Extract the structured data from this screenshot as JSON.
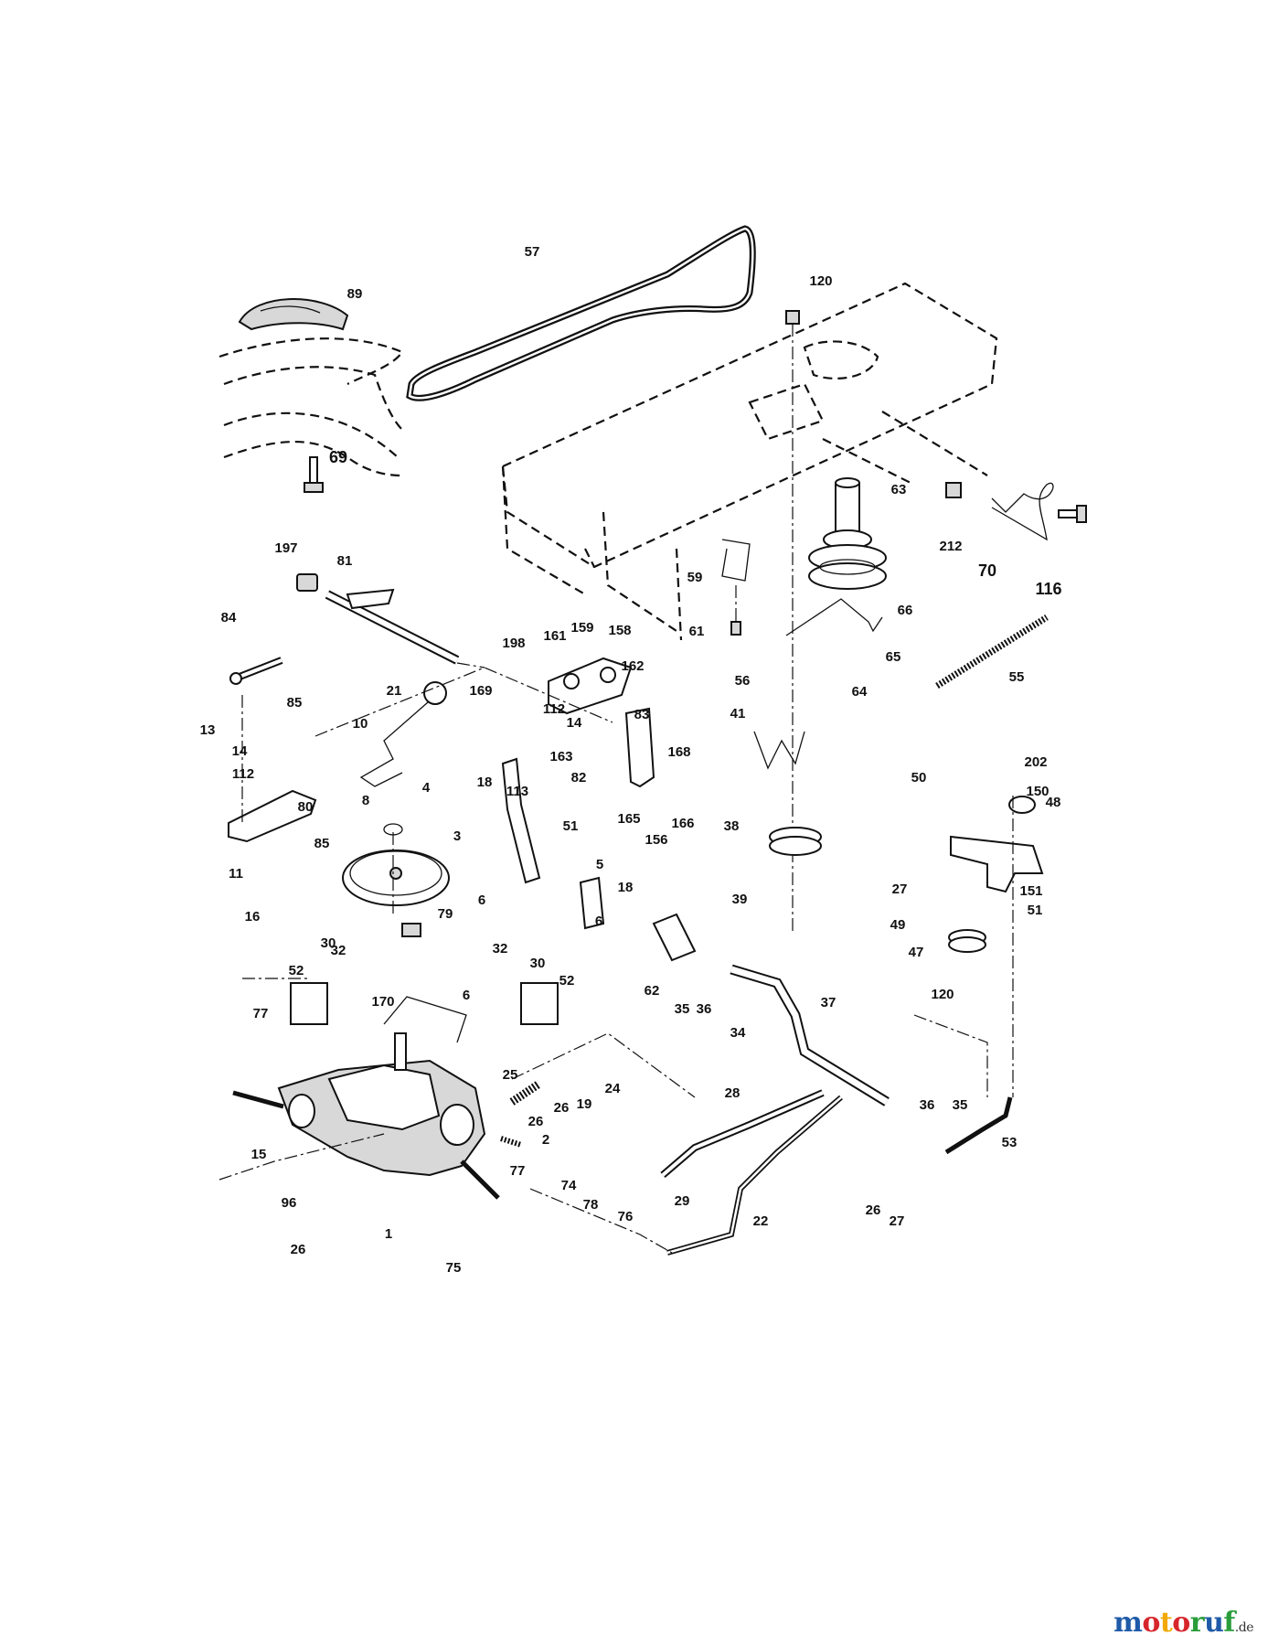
{
  "colors": {
    "ink": "#111111",
    "background": "#ffffff",
    "watermark_m": "#1f5aa8",
    "watermark_o": "#d6262b",
    "watermark_t": "#f2a900",
    "watermark_r": "#2a9d3a"
  },
  "part_labels": [
    "57",
    "120",
    "89",
    "69",
    "63",
    "212",
    "70",
    "116",
    "197",
    "81",
    "59",
    "66",
    "61",
    "84",
    "198",
    "161",
    "159",
    "158",
    "162",
    "56",
    "65",
    "55",
    "21",
    "85",
    "169",
    "112",
    "14",
    "83",
    "64",
    "41",
    "10",
    "13",
    "14",
    "112",
    "80",
    "85",
    "8",
    "163",
    "168",
    "82",
    "4",
    "18",
    "113",
    "165",
    "156",
    "166",
    "50",
    "202",
    "150",
    "48",
    "3",
    "51",
    "38",
    "5",
    "18",
    "6",
    "11",
    "6",
    "39",
    "27",
    "151",
    "49",
    "51",
    "16",
    "79",
    "47",
    "32",
    "30",
    "52",
    "30",
    "32",
    "52",
    "6",
    "62",
    "120",
    "35",
    "36",
    "37",
    "170",
    "77",
    "34",
    "25",
    "24",
    "19",
    "26",
    "28",
    "26",
    "36",
    "35",
    "2",
    "53",
    "15",
    "77",
    "29",
    "22",
    "26",
    "27",
    "96",
    "1",
    "74",
    "78",
    "76",
    "26",
    "75"
  ],
  "watermark": {
    "letters": [
      "m",
      "o",
      "t",
      "o",
      "r",
      "u",
      "f"
    ],
    "suffix": ".de"
  }
}
